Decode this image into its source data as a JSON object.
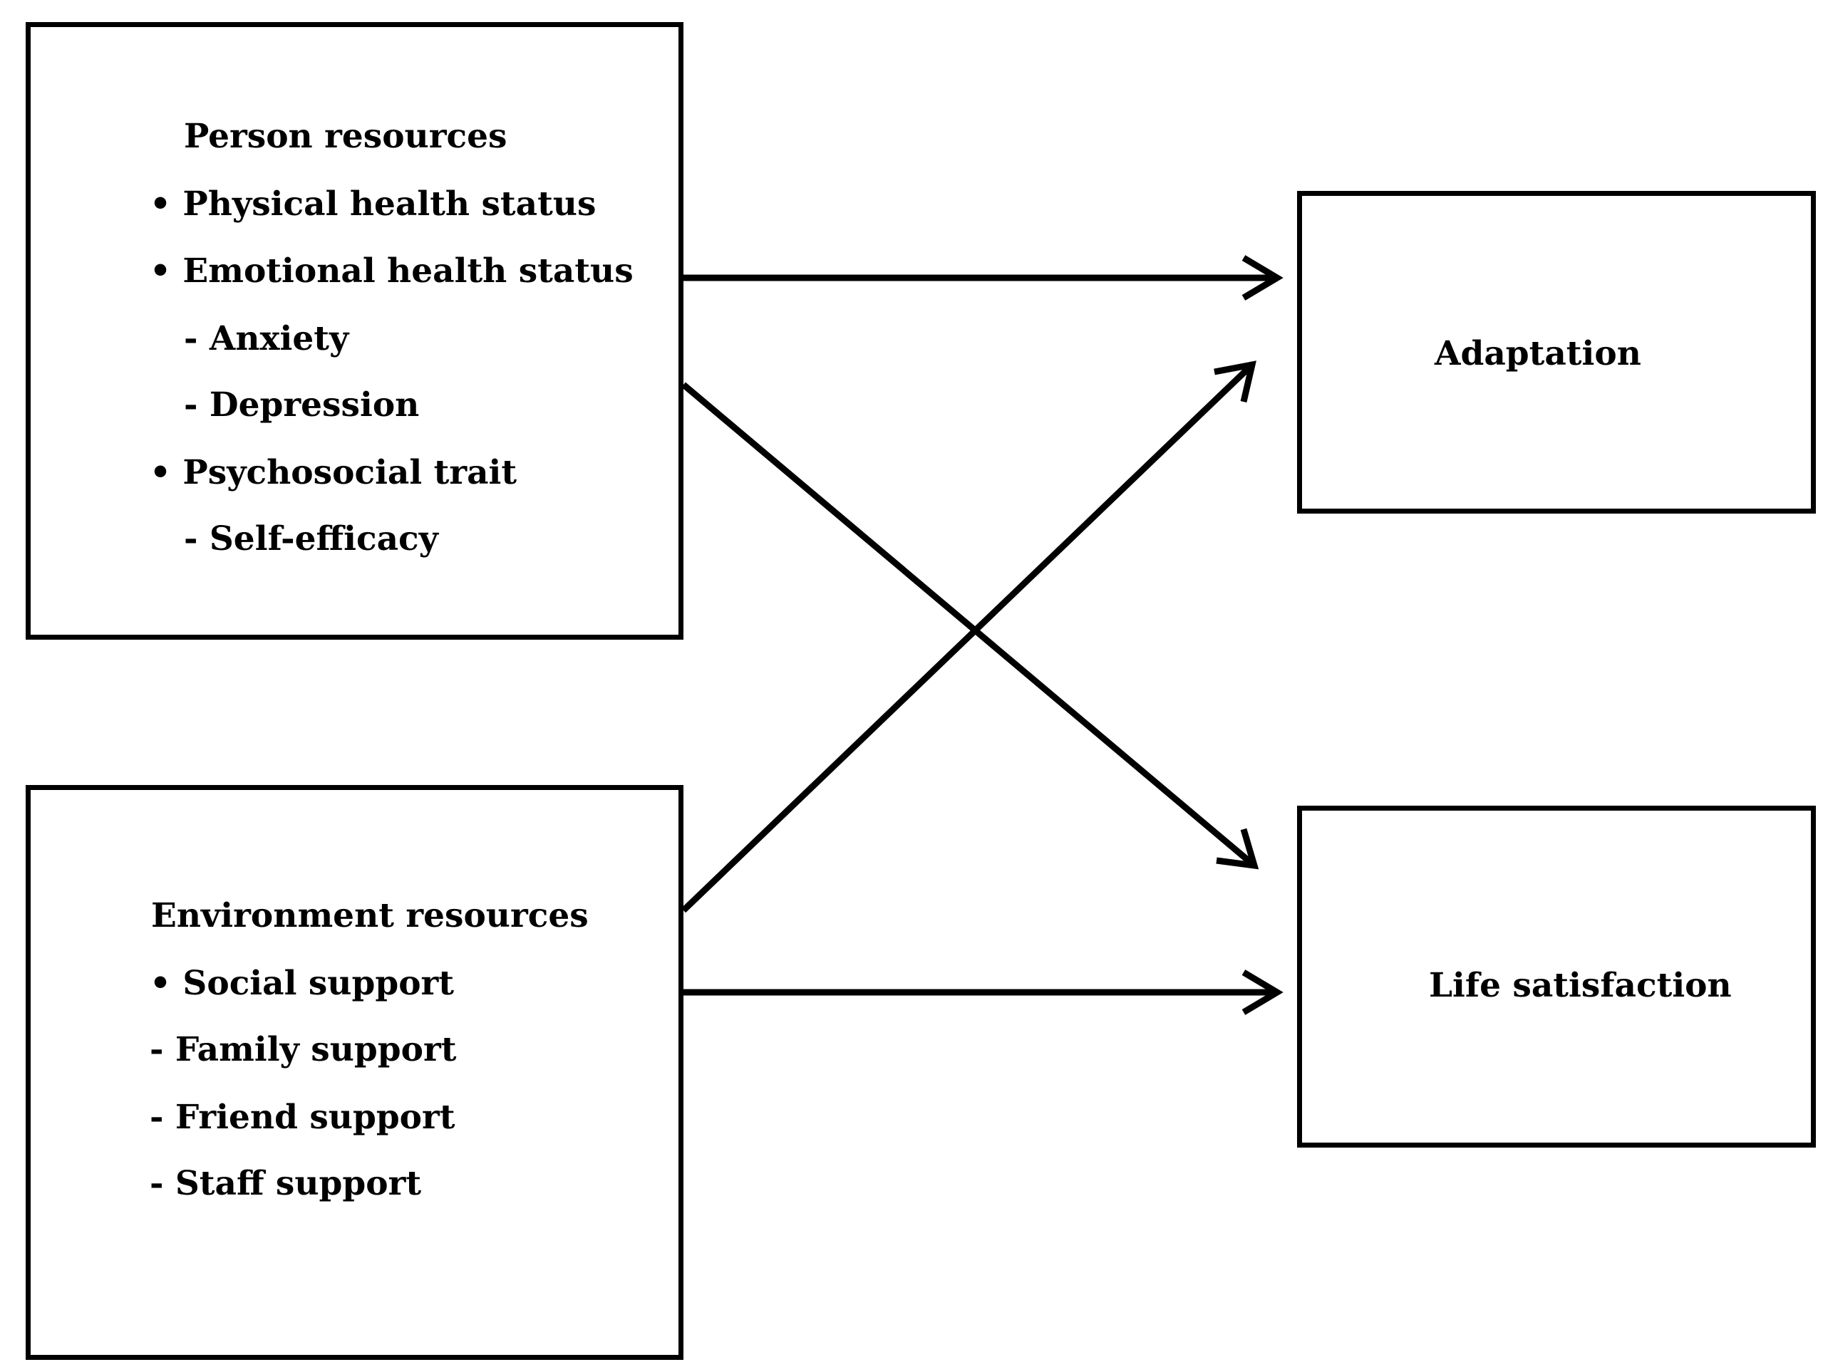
{
  "person": {
    "title": "Person resources",
    "items": [
      "• Physical health status",
      "• Emotional health status",
      "- Anxiety",
      "- Depression",
      "• Psychosocial trait",
      "- Self-efficacy"
    ]
  },
  "environment": {
    "title": "Environment resources",
    "items": [
      "• Social support",
      "- Family support",
      "- Friend support",
      "- Staff support"
    ]
  },
  "outcomes": {
    "adaptation": "Adaptation",
    "life_satisfaction": "Life satisfaction"
  },
  "connections": [
    {
      "from": "Person resources",
      "to": "Adaptation"
    },
    {
      "from": "Person resources",
      "to": "Life satisfaction"
    },
    {
      "from": "Environment resources",
      "to": "Adaptation"
    },
    {
      "from": "Environment resources",
      "to": "Life satisfaction"
    }
  ]
}
